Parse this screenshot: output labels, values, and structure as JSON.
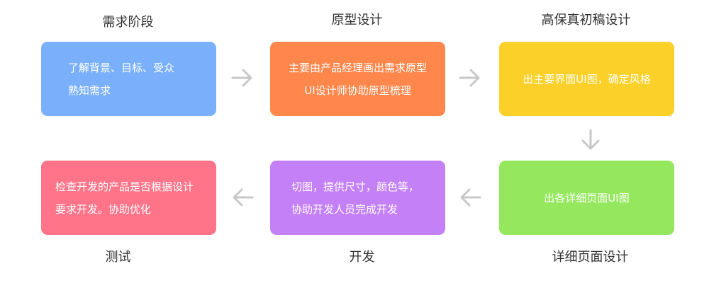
{
  "colors": {
    "requirement": "#7ab0fb",
    "prototype": "#ff874c",
    "initial_design": "#fbd028",
    "detail_design": "#95e85e",
    "development": "#c480f7",
    "testing": "#ff7489",
    "arrow": "#c8c8c8"
  },
  "stages": {
    "requirement": {
      "title": "需求阶段",
      "lines": [
        "了解背景、目标、受众",
        "熟知需求"
      ]
    },
    "prototype": {
      "title": "原型设计",
      "lines": [
        "主要由产品经理画出需求原型",
        "UI设计师协助原型梳理"
      ]
    },
    "initial_design": {
      "title": "高保真初稿设计",
      "lines": [
        "出主要界面UI图，确定风格"
      ]
    },
    "detail_design": {
      "title": "详细页面设计",
      "lines": [
        "出各详细页面UI图"
      ]
    },
    "development": {
      "title": "开发",
      "lines": [
        "切图，提供尺寸，颜色等，",
        "协助开发人员完成开发"
      ]
    },
    "testing": {
      "title": "测试",
      "lines": [
        "检查开发的产品是否根据设计",
        "要求开发。协助优化"
      ]
    }
  },
  "arrows": [
    {
      "from": "requirement",
      "to": "prototype",
      "direction": "right"
    },
    {
      "from": "prototype",
      "to": "initial_design",
      "direction": "right"
    },
    {
      "from": "initial_design",
      "to": "detail_design",
      "direction": "down"
    },
    {
      "from": "detail_design",
      "to": "development",
      "direction": "left"
    },
    {
      "from": "development",
      "to": "testing",
      "direction": "left"
    }
  ]
}
